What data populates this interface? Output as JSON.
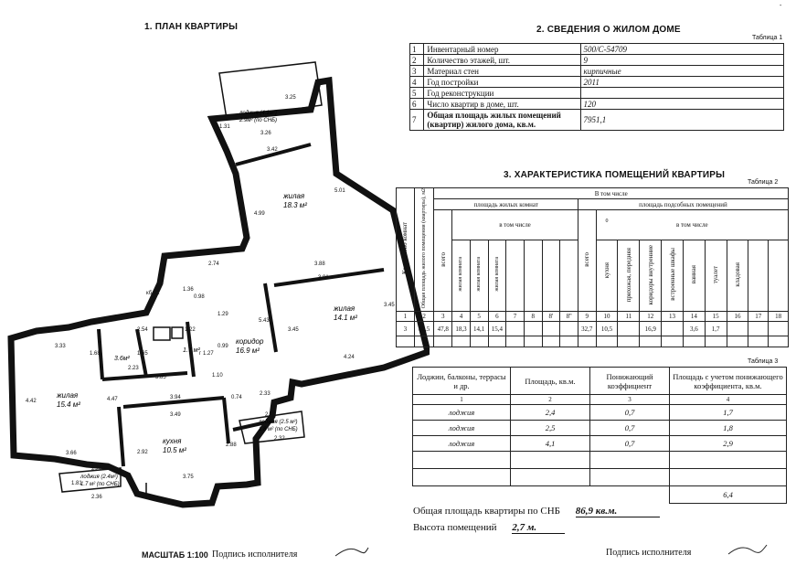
{
  "page_marker": "-",
  "plan": {
    "title": "1. ПЛАН КВАРТИРЫ",
    "scale_label": "МАСШТАБ 1:100",
    "signature_label": "Подпись исполнителя",
    "rooms": [
      {
        "name": "жилая",
        "area": "18.3 м²"
      },
      {
        "name": "жилая",
        "area": "14.1 м²"
      },
      {
        "name": "жилая",
        "area": "15.4 м²"
      },
      {
        "name": "коридор",
        "area": "16.9 м²"
      },
      {
        "name": "кухня",
        "area": "10.5 м²"
      },
      {
        "name": "лоджия (4.1м²)",
        "area": "2.9м² (по СНБ)"
      },
      {
        "name": "лоджия (2.5 м²)",
        "area": "1.8 м² (по СНБ)"
      },
      {
        "name": "лоджия (2.4м²)",
        "area": "1.7 м² (по СНБ)"
      },
      {
        "name": "",
        "area": "3.6м²"
      },
      {
        "name": "",
        "area": "1.7 м²"
      }
    ],
    "dims": [
      "3.25",
      "1.31",
      "3.26",
      "3.42",
      "4.99",
      "5.01",
      "2.74",
      "кб.32",
      "1.36",
      "0.98",
      "3.88",
      "3.91",
      "5.43",
      "3.45",
      "3.45",
      "4.24",
      "3.33",
      "2.54",
      "1.22",
      "1.29",
      "1.68",
      "1.65",
      "1.27",
      "0.99",
      "2.23",
      "3.85",
      "1.10",
      "4.42",
      "4.47",
      "3.94",
      "0.74",
      "2.33",
      "3.49",
      "2.28",
      "2.32",
      "3.66",
      "2.92",
      "2.88",
      "2.26",
      "1.81",
      "2.36",
      "3.75",
      "г"
    ]
  },
  "house": {
    "title": "2. СВЕДЕНИЯ О ЖИЛОМ ДОМЕ",
    "table_label": "Таблица 1",
    "rows": [
      {
        "n": "1",
        "label": "Инвентарный номер",
        "value": "500/С-54709"
      },
      {
        "n": "2",
        "label": "Количество этажей, шт.",
        "value": "9"
      },
      {
        "n": "3",
        "label": "Материал стен",
        "value": "кирпичные"
      },
      {
        "n": "4",
        "label": "Год постройки",
        "value": "2011"
      },
      {
        "n": "5",
        "label": "Год реконструкции",
        "value": ""
      },
      {
        "n": "6",
        "label": "Число квартир в доме, шт.",
        "value": "120"
      },
      {
        "n": "7",
        "label": "Общая площадь жилых помещений (квартир) жилого дома, кв.м.",
        "value": "7951,1"
      }
    ]
  },
  "rooms": {
    "title": "3. ХАРАКТЕРИСТИКА ПОМЕЩЕНИЙ КВАРТИРЫ",
    "table_label": "Таблица 2",
    "h_count": "Количество комнат",
    "h_total": "Общая площадь жилого помещения (квартиры), м2",
    "h_incl": "В том числе",
    "h_living": "площадь жилых комнат",
    "h_aux": "площадь подсобных помещений",
    "h_in_that": "в том числе",
    "h_in_that2": "в том числе",
    "h_all": "всего",
    "h_all2": "всего",
    "h_lr1": "жилая комната",
    "h_lr2": "жилая комната",
    "h_lr3": "жилая комната",
    "h_kitchen": "кухня",
    "h_hall": "прихожая, передняя",
    "h_corr": "коридоры внутренние",
    "h_closet": "встроенные шкафы",
    "h_bath": "ванная",
    "h_wc": "туалет",
    "h_pantry": "кладовая",
    "h_zero": "0",
    "col_nums": [
      "1",
      "2",
      "3",
      "4",
      "5",
      "6",
      "7",
      "8",
      "8'",
      "8''",
      "9",
      "10",
      "11",
      "12",
      "13",
      "14",
      "15",
      "16",
      "17",
      "18"
    ],
    "row_values": [
      "3",
      "80,5",
      "47,8",
      "18,3",
      "14,1",
      "15,4",
      "",
      "",
      "",
      "",
      "32,7",
      "10,5",
      "",
      "16,9",
      "",
      "3,6",
      "1,7",
      "",
      "",
      ""
    ]
  },
  "loggias": {
    "table_label": "Таблица 3",
    "headers": [
      "Лоджии, балконы, террасы и др.",
      "Площадь, кв.м.",
      "Понижающий коэффициент",
      "Площадь с учетом понижающего коэффициента, кв.м."
    ],
    "col_nums": [
      "1",
      "2",
      "3",
      "4"
    ],
    "rows": [
      {
        "name": "лоджия",
        "area": "2,4",
        "coef": "0,7",
        "reduced": "1,7"
      },
      {
        "name": "лоджия",
        "area": "2,5",
        "coef": "0,7",
        "reduced": "1,8"
      },
      {
        "name": "лоджия",
        "area": "4,1",
        "coef": "0,7",
        "reduced": "2,9"
      }
    ],
    "total": "6,4"
  },
  "summary": {
    "total_label": "Общая площадь квартиры по СНБ",
    "total_value": "86,9 кв.м.",
    "height_label": "Высота помещений",
    "height_value": "2,7 м.",
    "signature_label": "Подпись исполнителя"
  }
}
